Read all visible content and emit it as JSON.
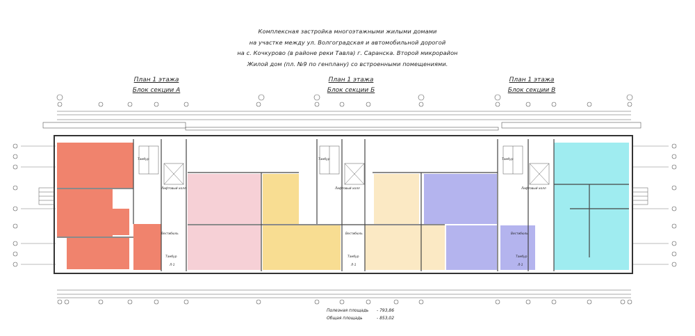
{
  "title_lines": [
    "Комплексная застройка многоэтажными жилыми домами",
    "на участке между ул. Волгоградская и автомобильной дорогой",
    "на с. Кочкурово (в районе реки Тавла) г. Саранска. Второй микрорайон",
    "Жилой дом (пл. №9 по генплану) со встроенными помещениями."
  ],
  "sections": [
    {
      "line1": "План 1 этажа",
      "line2": "Блок секции А"
    },
    {
      "line1": "План 1 этажа",
      "line2": "Блок секции Б"
    },
    {
      "line1": "План 1 этажа",
      "line2": "Блок секции В"
    }
  ],
  "room_labels": {
    "tambur": "Тамбур",
    "lift_hall": "Лифтовый холл",
    "vestibule": "Вестибюль",
    "ll": "Л-1"
  },
  "stats": {
    "useful_label": "Полезная площадь",
    "useful_value": "- 793,86",
    "total_label": "Общая площадь",
    "total_value": "- 853,02"
  },
  "colors": {
    "room_a": "#f0836d",
    "room_pink": "#f6d0d6",
    "room_yellow": "#f8dd92",
    "room_cream": "#fbe9c4",
    "room_blue": "#b4b4ee",
    "room_cyan": "#9fecf0",
    "wall": "#444444"
  }
}
